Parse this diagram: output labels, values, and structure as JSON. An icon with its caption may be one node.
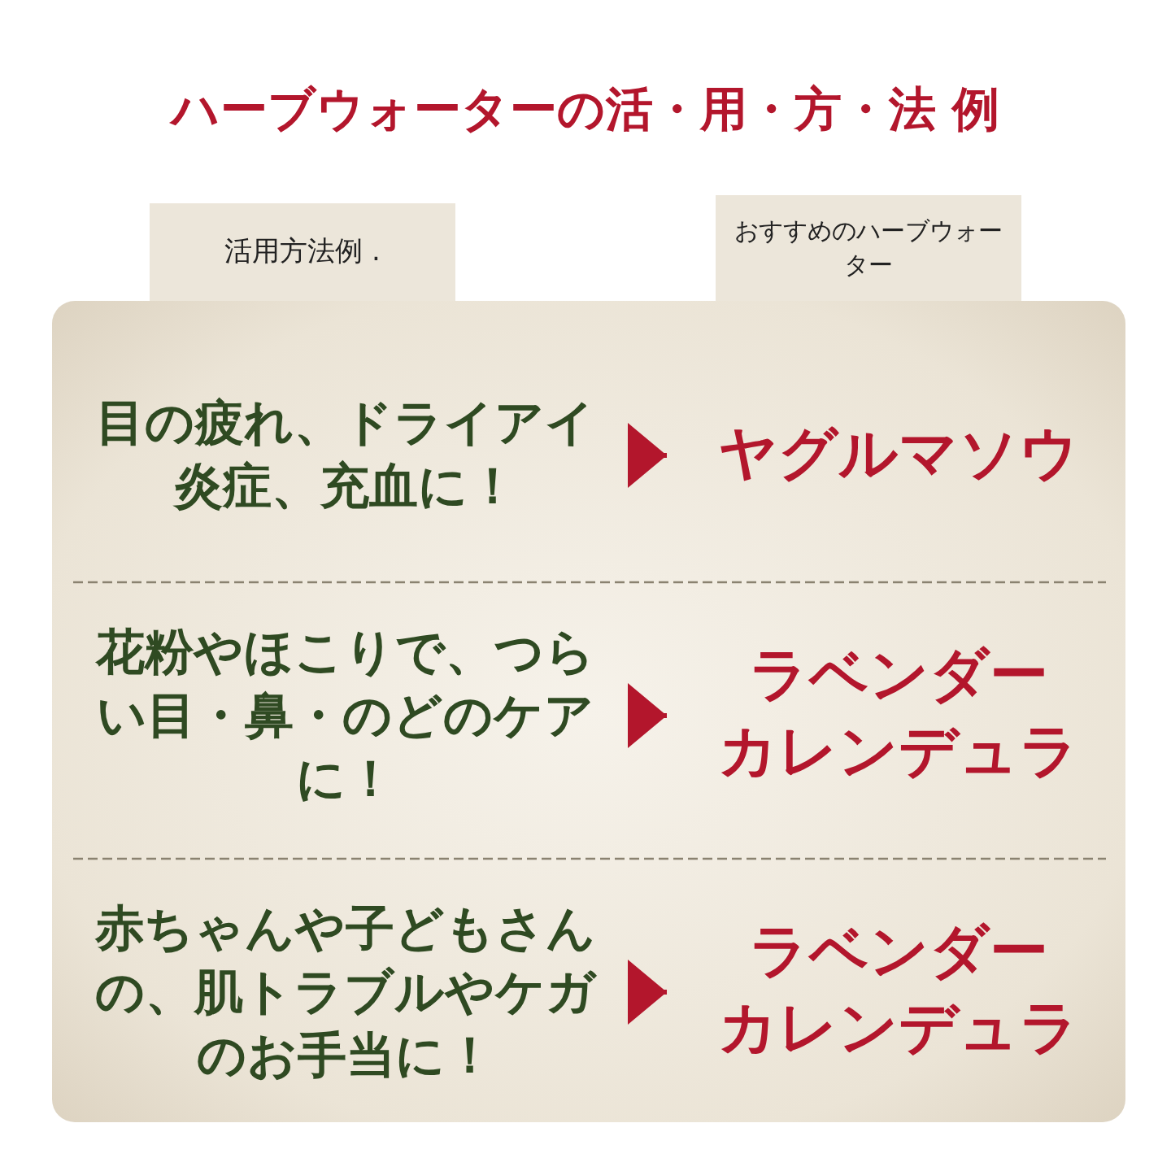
{
  "diagram": {
    "title": "ハーブウォーターの活・用・方・法 例",
    "nodes": [
      {
        "text": [
          "活用方法例 ."
        ]
      },
      {
        "text": [
          "おすすめのハーブウォーター"
        ]
      },
      {
        "text": [
          "目の疲れ、ドライアイ炎症、充血に！"
        ]
      },
      {
        "text": [
          "ヤグルマソウ"
        ]
      },
      {
        "text": [
          "花粉やほこりで、つらい目・鼻・のどのケアに！"
        ]
      },
      {
        "text": [
          "ラベンダー",
          "カレンデュラ"
        ]
      },
      {
        "text": [
          "赤ちゃんや子どもさんの、肌トラブルやケガのお手当に！"
        ]
      },
      {
        "text": [
          "ラベンダー",
          "カレンデュラ"
        ]
      }
    ],
    "edges": [
      {
        "from": 2,
        "to": 3,
        "arrow": "to"
      },
      {
        "from": 4,
        "to": 5,
        "arrow": "to"
      },
      {
        "from": 6,
        "to": 7,
        "arrow": "to"
      }
    ]
  }
}
